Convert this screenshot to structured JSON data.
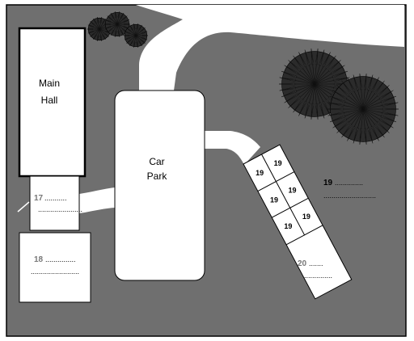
{
  "colors": {
    "ground": "#6f6f6f",
    "paths": "#ffffff",
    "outline": "#000000",
    "trees": "#2b2b2b",
    "question_number": "#777777"
  },
  "buildings": {
    "main_hall_line1": "Main",
    "main_hall_line2": "Hall",
    "car_park_line1": "Car",
    "car_park_line2": "Park"
  },
  "questions": {
    "q17_number": "17",
    "q17_line1": "...........",
    "q17_line2": "......................",
    "q18_number": "18",
    "q18_line1": "...............",
    "q18_line2": "........................",
    "q19_number": "19",
    "q19_line1": "..............",
    "q19_line2": "..........................",
    "q20_number": "20",
    "q20_line1": ".......",
    "q20_line2": ".............."
  },
  "parking_spaces": [
    "19",
    "19",
    "19",
    "19",
    "19",
    "19"
  ],
  "icons": {
    "small_trees": "tree-icon",
    "large_trees": "tree-icon"
  }
}
